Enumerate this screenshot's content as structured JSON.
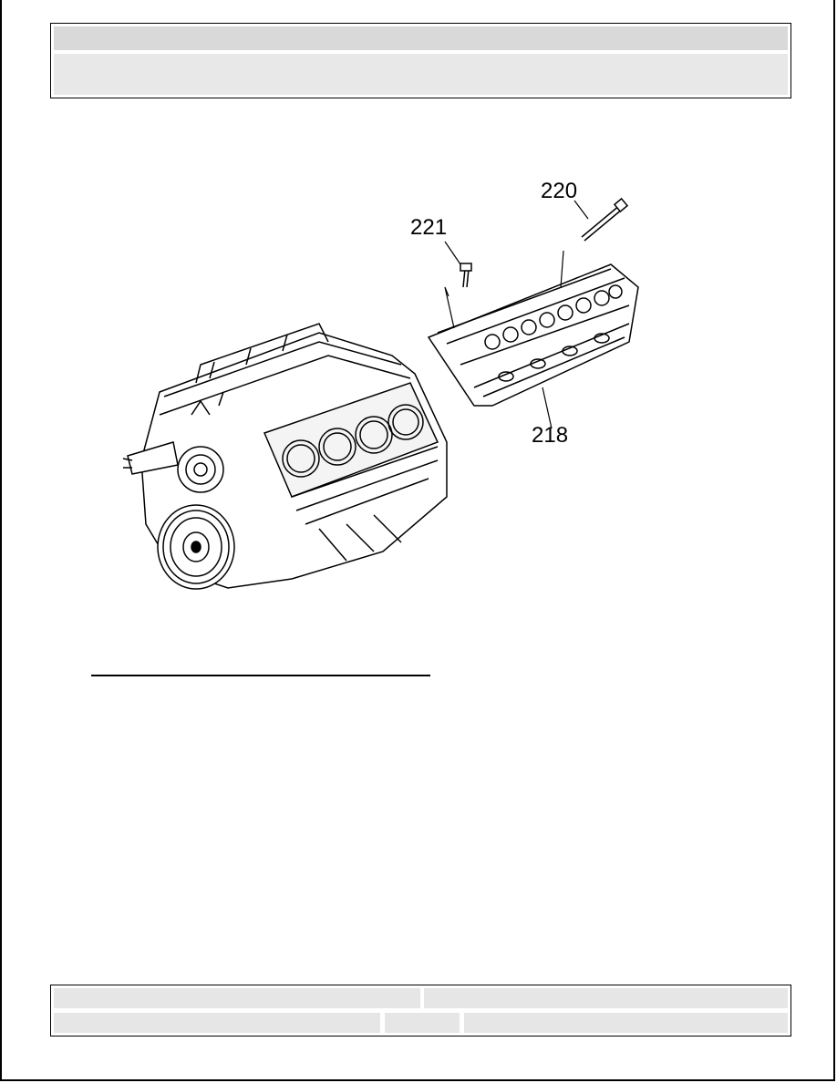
{
  "callouts": {
    "bolt_short": "221",
    "bolt_long": "220",
    "cylinder_head": "218"
  }
}
